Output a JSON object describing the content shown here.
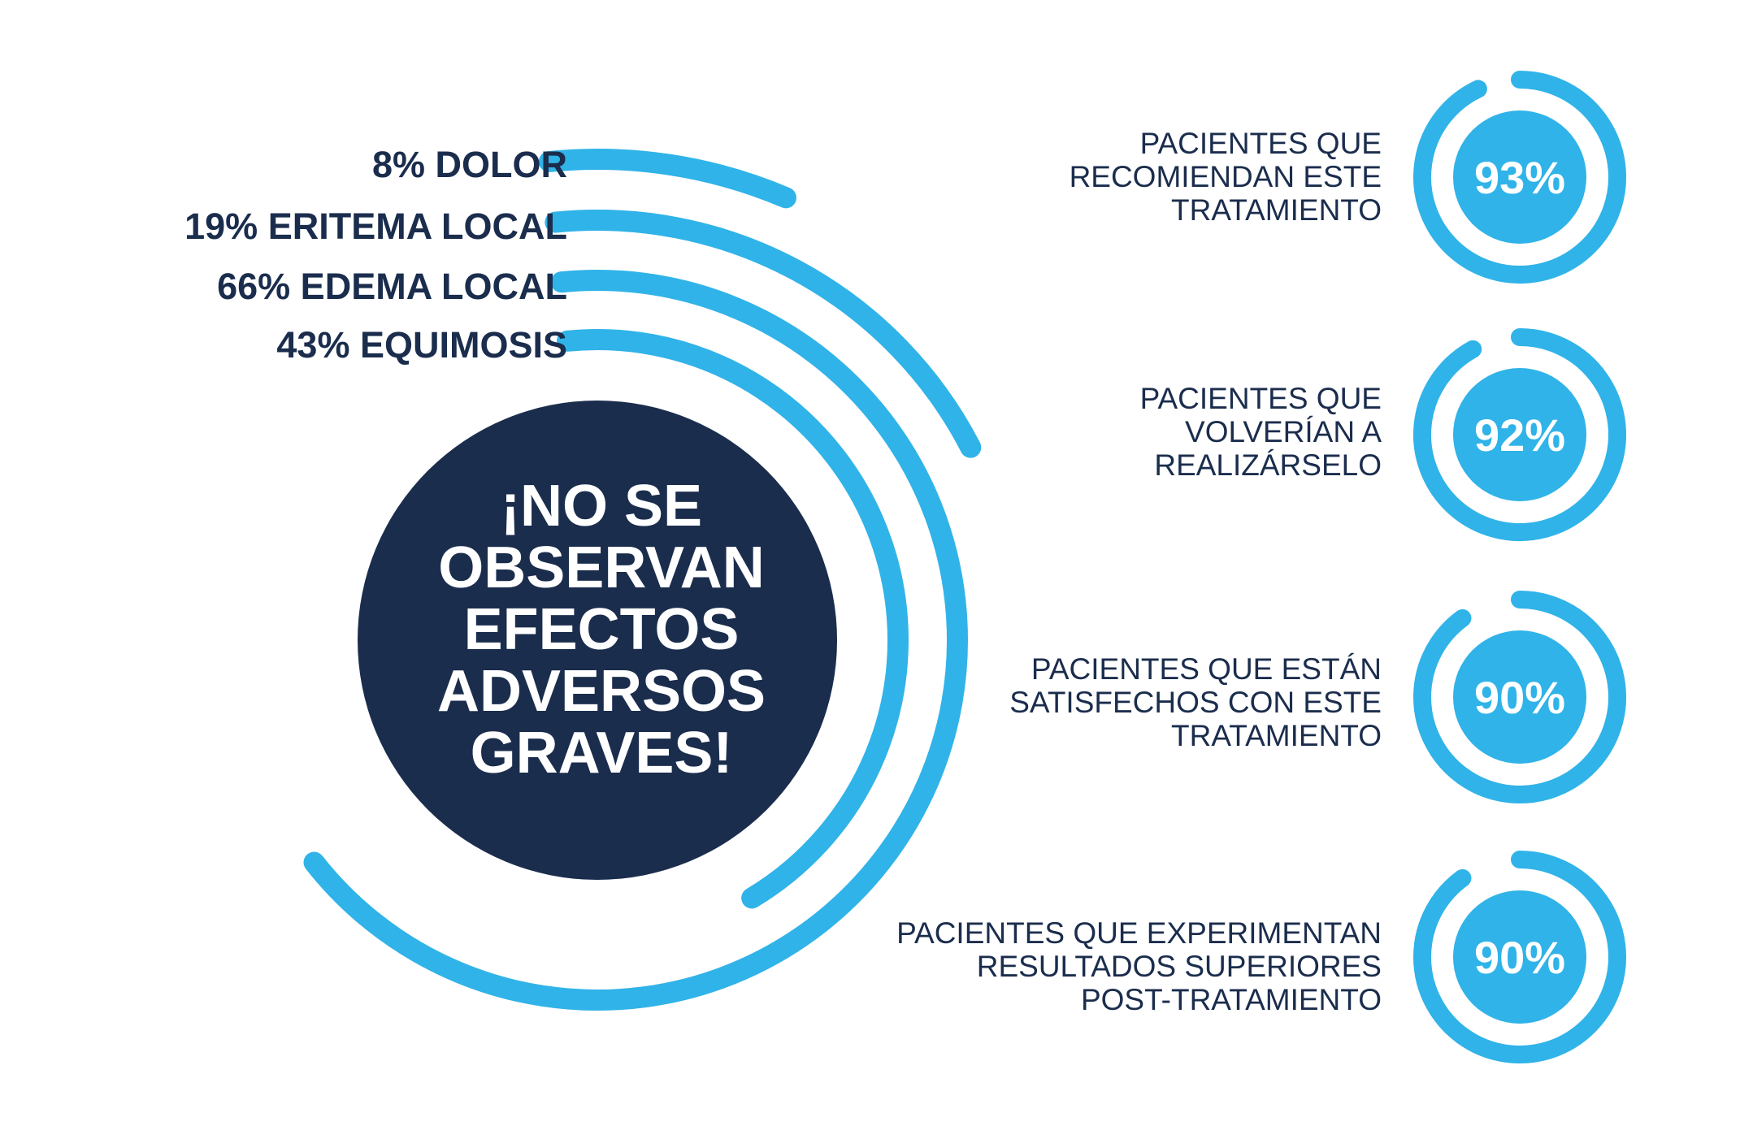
{
  "colors": {
    "accent": "#30b3e8",
    "navy": "#1b2d4d",
    "white": "#ffffff"
  },
  "chart_data": [
    {
      "type": "bar",
      "categories": [
        "DOLOR",
        "ERITEMA LOCAL",
        "EDEMA LOCAL",
        "EQUIMOSIS"
      ],
      "values": [
        8,
        19,
        66,
        43
      ],
      "labels": [
        "8% DOLOR",
        "19% ERITEMA LOCAL",
        "66% EDEMA LOCAL",
        "43% EQUIMOSIS"
      ],
      "unit": "%"
    },
    {
      "type": "pie",
      "categories": [
        "PACIENTES QUE RECOMIENDAN ESTE TRATAMIENTO",
        "PACIENTES QUE VOLVERÍAN A REALIZÁRSELO",
        "PACIENTES QUE ESTÁN SATISFECHOS CON ESTE TRATAMIENTO",
        "PACIENTES QUE EXPERIMENTAN RESULTADOS SUPERIORES POST-TRATAMIENTO"
      ],
      "values": [
        93,
        92,
        90,
        90
      ],
      "unit": "%"
    }
  ],
  "center_message": {
    "lines": [
      "¡NO SE",
      "OBSERVAN",
      "EFECTOS",
      "ADVERSOS",
      "GRAVES!"
    ]
  },
  "effects": [
    {
      "label": "8% DOLOR"
    },
    {
      "label": "19% ERITEMA LOCAL"
    },
    {
      "label": "66% EDEMA LOCAL"
    },
    {
      "label": "43% EQUIMOSIS"
    }
  ],
  "stats": [
    {
      "value_label": "93%",
      "lines": [
        "PACIENTES QUE",
        "RECOMIENDAN ESTE",
        "TRATAMIENTO"
      ]
    },
    {
      "value_label": "92%",
      "lines": [
        "PACIENTES QUE",
        "VOLVERÍAN A",
        "REALIZÁRSELO"
      ]
    },
    {
      "value_label": "90%",
      "lines": [
        "PACIENTES QUE ESTÁN",
        "SATISFECHOS CON ESTE",
        "TRATAMIENTO"
      ]
    },
    {
      "value_label": "90%",
      "lines": [
        "PACIENTES QUE EXPERIMENTAN",
        "RESULTADOS SUPERIORES",
        "POST-TRATAMIENTO"
      ]
    }
  ]
}
